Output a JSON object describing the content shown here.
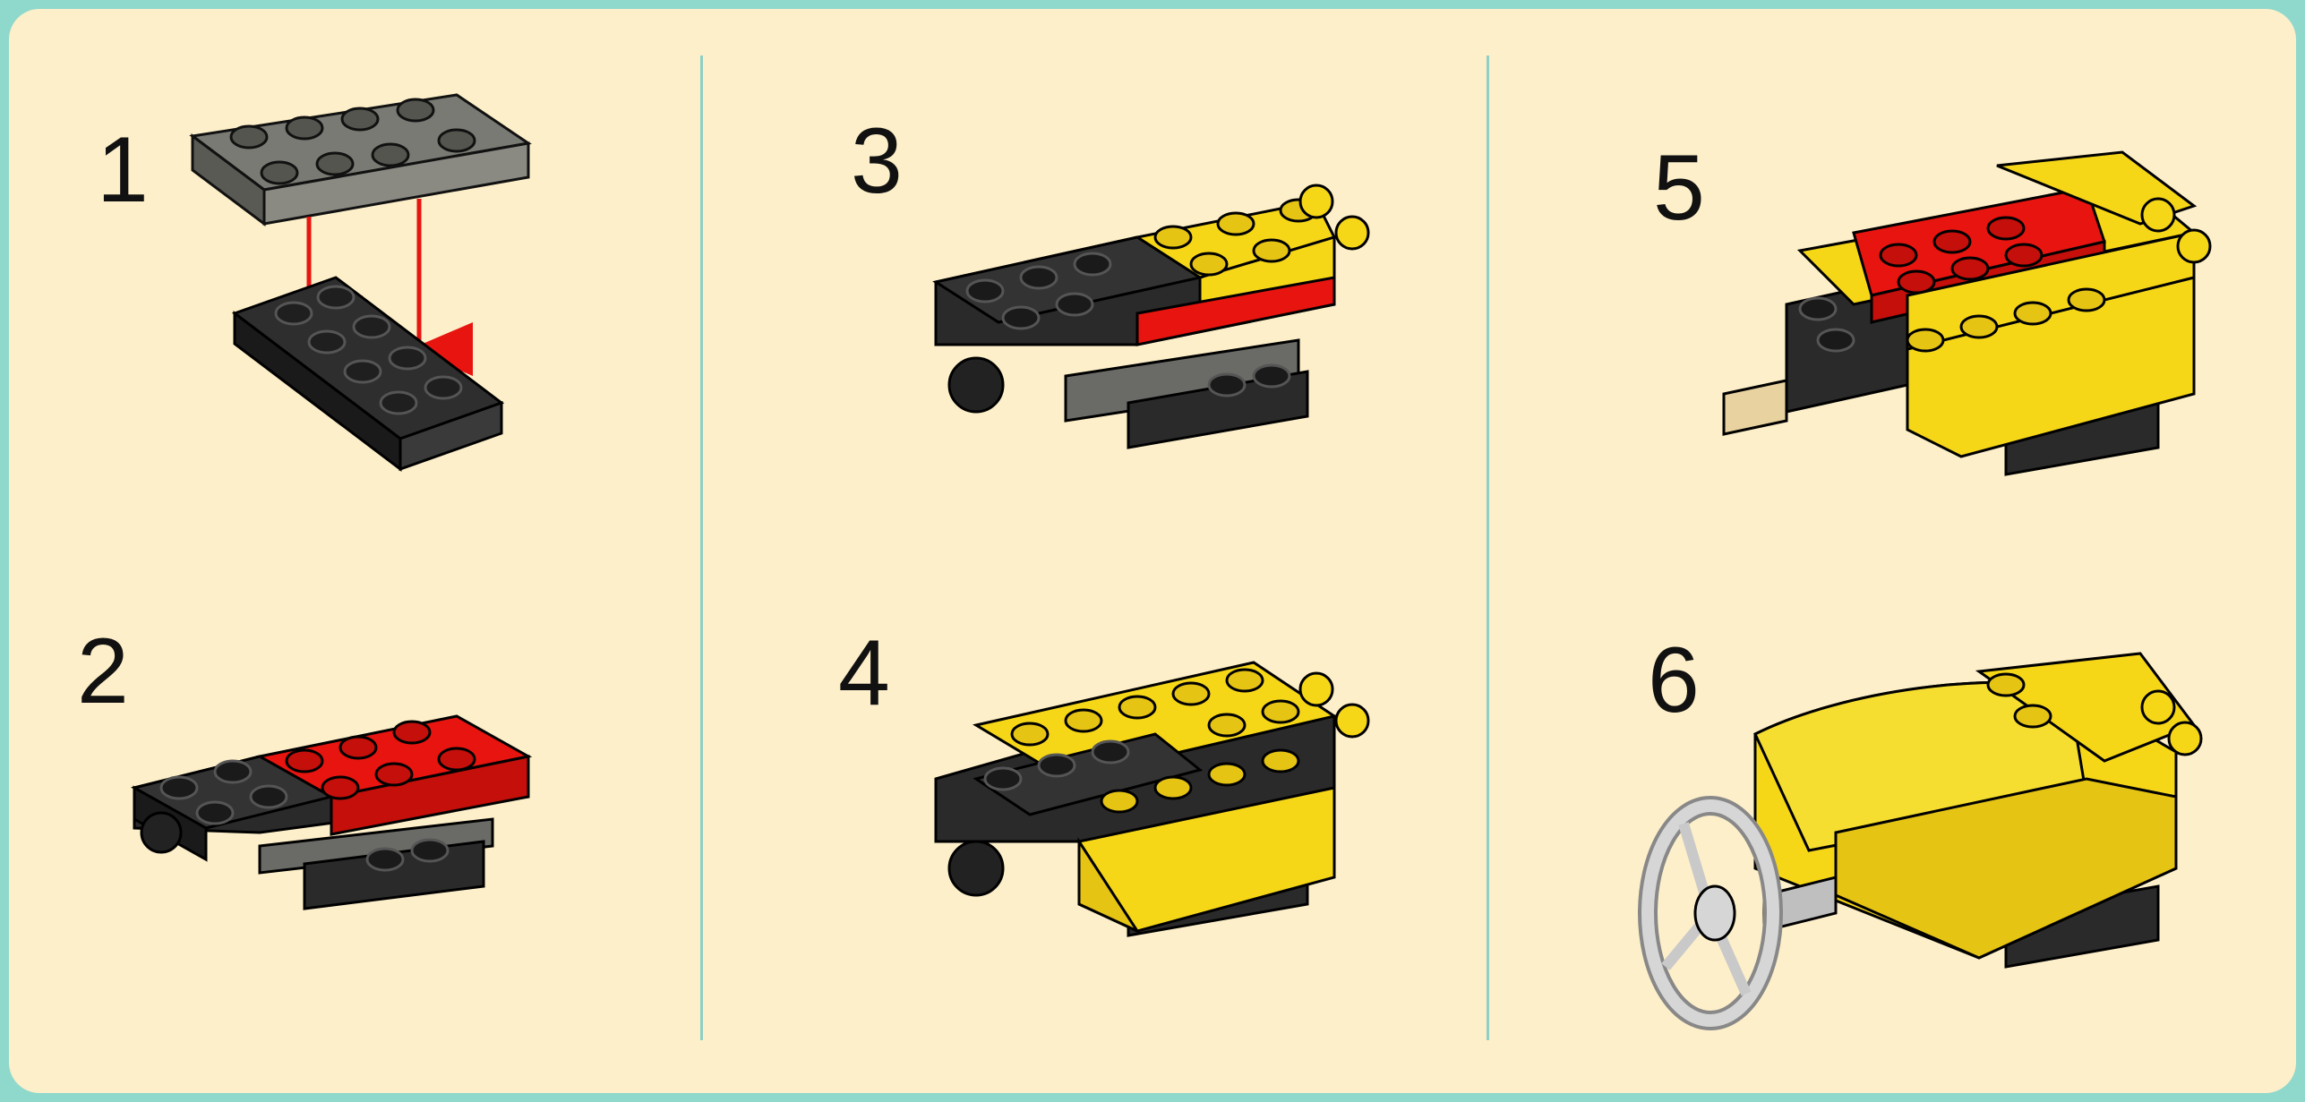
{
  "steps": [
    {
      "number": "1"
    },
    {
      "number": "2"
    },
    {
      "number": "3"
    },
    {
      "number": "4"
    },
    {
      "number": "5"
    },
    {
      "number": "6"
    }
  ],
  "colors": {
    "background_border": "#8fd8cc",
    "panel": "#fdefc9",
    "divider": "#8fcfc4",
    "black_brick": "#2a2a2a",
    "dark_gray_brick": "#6f6f6a",
    "red_brick": "#e8140f",
    "yellow_brick": "#f6d718",
    "arrow": "#e8140f",
    "wheel": "#c9c9c9"
  },
  "icons": [
    "down-arrow-icon",
    "steering-wheel-icon"
  ]
}
